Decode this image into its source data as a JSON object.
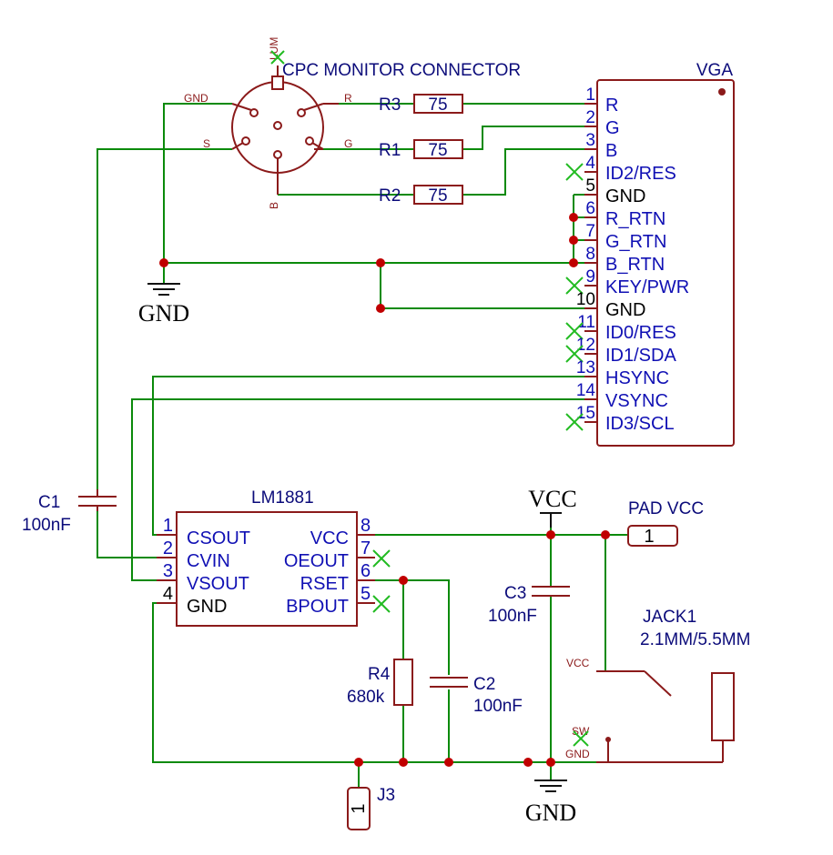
{
  "vga": {
    "name": "VGA",
    "pins": [
      {
        "num": "1",
        "label": "R",
        "nc": false
      },
      {
        "num": "2",
        "label": "G",
        "nc": false
      },
      {
        "num": "3",
        "label": "B",
        "nc": false
      },
      {
        "num": "4",
        "label": "ID2/RES",
        "nc": true
      },
      {
        "num": "5",
        "label": "GND",
        "nc": false,
        "black": true
      },
      {
        "num": "6",
        "label": "R_RTN",
        "nc": false
      },
      {
        "num": "7",
        "label": "G_RTN",
        "nc": false
      },
      {
        "num": "8",
        "label": "B_RTN",
        "nc": false
      },
      {
        "num": "9",
        "label": "KEY/PWR",
        "nc": true
      },
      {
        "num": "10",
        "label": "GND",
        "nc": false,
        "black": true
      },
      {
        "num": "11",
        "label": "ID0/RES",
        "nc": true
      },
      {
        "num": "12",
        "label": "ID1/SDA",
        "nc": true
      },
      {
        "num": "13",
        "label": "HSYNC",
        "nc": false
      },
      {
        "num": "14",
        "label": "VSYNC",
        "nc": false
      },
      {
        "num": "15",
        "label": "ID3/SCL",
        "nc": true
      }
    ]
  },
  "cpc": {
    "title": "CPC MONITOR CONNECTOR",
    "pin_lum": "LUM",
    "pin_gnd": "GND",
    "pin_r": "R",
    "pin_s": "S",
    "pin_g": "G",
    "pin_b": "B"
  },
  "resistors": {
    "r3": {
      "ref": "R3",
      "value": "75"
    },
    "r1": {
      "ref": "R1",
      "value": "75"
    },
    "r2": {
      "ref": "R2",
      "value": "75"
    },
    "r4": {
      "ref": "R4",
      "value": "680k"
    }
  },
  "capacitors": {
    "c1": {
      "ref": "C1",
      "value": "100nF"
    },
    "c2": {
      "ref": "C2",
      "value": "100nF"
    },
    "c3": {
      "ref": "C3",
      "value": "100nF"
    }
  },
  "lm1881": {
    "name": "LM1881",
    "left_pins": [
      {
        "num": "1",
        "label": "CSOUT"
      },
      {
        "num": "2",
        "label": "CVIN"
      },
      {
        "num": "3",
        "label": "VSOUT"
      },
      {
        "num": "4",
        "label": "GND",
        "black": true
      }
    ],
    "right_pins": [
      {
        "num": "8",
        "label": "VCC"
      },
      {
        "num": "7",
        "label": "OEOUT"
      },
      {
        "num": "6",
        "label": "RSET"
      },
      {
        "num": "5",
        "label": "BPOUT"
      }
    ]
  },
  "power": {
    "gnd_label": "GND",
    "vcc_label": "VCC"
  },
  "pad_vcc": {
    "label": "PAD VCC",
    "pin": "1"
  },
  "j3": {
    "ref": "J3",
    "pin": "1"
  },
  "jack": {
    "ref": "JACK1",
    "value": "2.1MM/5.5MM",
    "pin_vcc": "VCC",
    "pin_sw": "SW",
    "pin_gnd": "GND"
  }
}
